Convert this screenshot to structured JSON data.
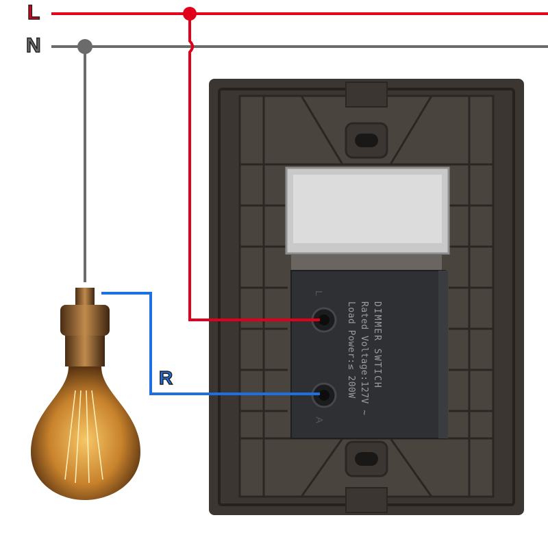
{
  "labels": {
    "line": "L",
    "neutral": "N",
    "load": "R"
  },
  "module": {
    "title": "DIMMER SWTICH",
    "rated_voltage": "Rated Voltage:127V ~",
    "load_power": "Load Power:≤ 200W",
    "terminal_top": "L",
    "terminal_bottom": "A"
  },
  "colors": {
    "line": "#e0001b",
    "neutral": "#6b6b6b",
    "load": "#1e6fe0",
    "plate": "#3b3632",
    "module": "#2e3034"
  }
}
